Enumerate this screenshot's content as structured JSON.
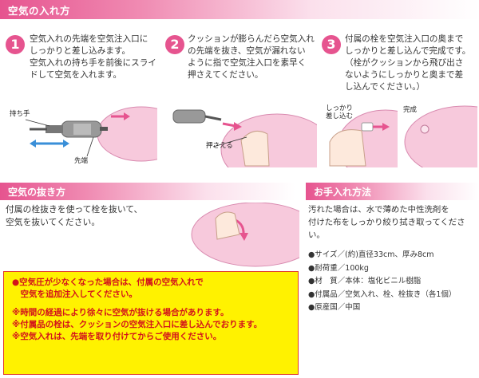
{
  "header": {
    "title": "空気の入れ方"
  },
  "steps": [
    {
      "number": "1",
      "lines": [
        "空気入れの先端を空気注入口に",
        "しっかりと差し込みます。",
        "空気入れの持ち手を前後にスライ",
        "ドして空気を入れます。"
      ],
      "labels": {
        "handle": "持ち手",
        "tip": "先端"
      }
    },
    {
      "number": "2",
      "lines": [
        "クッションが膨らんだら空気入れ",
        "の先端を抜き、空気が漏れない",
        "ように指で空気注入口を素早く",
        "押さえてください。"
      ],
      "labels": {
        "press": "押さえる"
      }
    },
    {
      "number": "3",
      "lines": [
        "付属の栓を空気注入口の奥まで",
        "しっかりと差し込んで完成です。",
        "（栓がクッションから飛び出さ",
        "ないようにしっかりと奥まで差",
        "し込んでください。）"
      ],
      "labels": {
        "insert_line1": "しっかり",
        "insert_line2": "差し込む",
        "done": "完成"
      }
    }
  ],
  "release": {
    "title": "空気の抜き方",
    "lines": [
      "付属の栓抜きを使って栓を抜いて、",
      "空気を抜いてください。"
    ]
  },
  "care": {
    "title": "お手入れ方法",
    "lines": [
      "汚れた場合は、水で薄めた中性洗剤を",
      "付けた布をしっかり絞り拭き取ってくださ",
      "い。"
    ]
  },
  "specs": [
    "●サイズ／(約)直径33cm、厚み8cm",
    "●耐荷重／100kg",
    "●材　質／本体：塩化ビニル樹脂",
    "●付属品／空気入れ、栓、栓抜き（各1個）",
    "●原産国／中国"
  ],
  "warnings": {
    "primary": [
      "●空気圧が少なくなった場合は、付属の空気入れで",
      "　空気を追加注入してください。"
    ],
    "notes": [
      "※時間の経過により徐々に空気が抜ける場合があります。",
      "※付属品の栓は、クッションの空気注入口に差し込んでおります。",
      "※空気入れは、先端を取り付けてからご使用ください。"
    ]
  },
  "colors": {
    "accent": "#e6548f",
    "cushion": "#f7c9dc",
    "warning_bg": "#fff200",
    "warning_text": "#d3131b"
  }
}
